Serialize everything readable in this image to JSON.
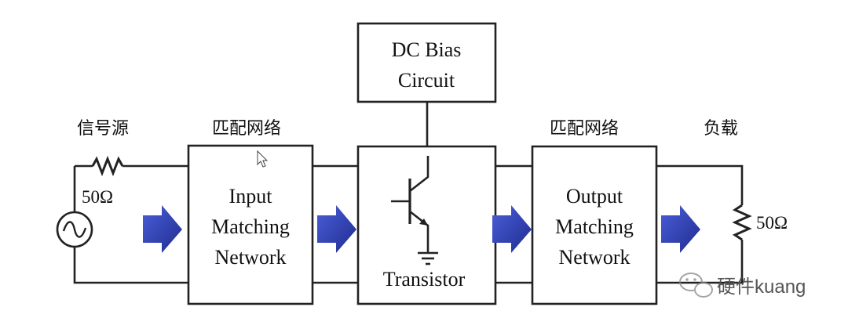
{
  "diagram": {
    "source": {
      "label": "信号源",
      "resistor_value": "50Ω"
    },
    "input_matching_label": "匹配网络",
    "input_matching_block": [
      "Input",
      "Matching",
      "Network"
    ],
    "dc_bias_block": [
      "DC Bias",
      "Circuit"
    ],
    "transistor_label": "Transistor",
    "output_matching_label": "匹配网络",
    "output_matching_block": [
      "Output",
      "Matching",
      "Network"
    ],
    "load": {
      "label": "负载",
      "resistor_value": "50Ω"
    },
    "arrow_color": "#2b3aa8"
  },
  "watermark": {
    "icon": "wechat-icon",
    "text": "硬件kuang"
  }
}
